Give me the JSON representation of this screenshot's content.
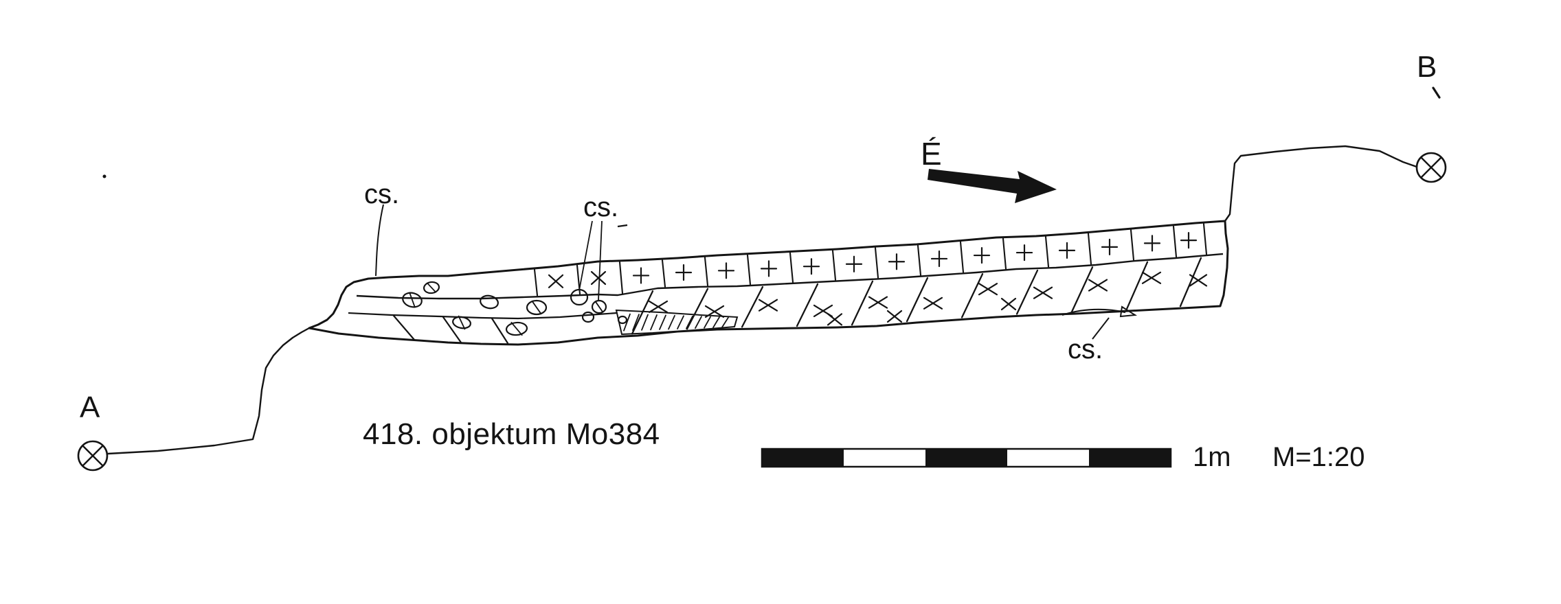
{
  "figure": {
    "caption": "418. objektum Mo384",
    "north_label": "É",
    "point_a_label": "A",
    "point_b_label": "B",
    "cs_labels": {
      "left": "cs.",
      "middle": "cs.",
      "right": "cs."
    },
    "scale_bar": {
      "length_label": "1m",
      "ratio_label": "M=1:20",
      "segment_count": 5
    },
    "colors": {
      "ink": "#141414",
      "paper": "#ffffff"
    }
  }
}
